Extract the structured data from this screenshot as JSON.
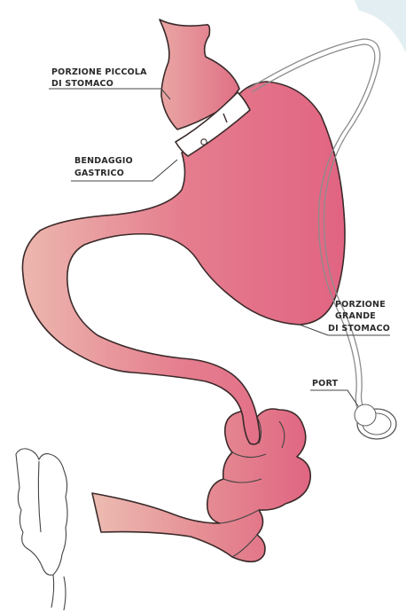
{
  "labels": {
    "small_portion_line1": "PORZIONE PICCOLA",
    "small_portion_line2": "DI STOMACO",
    "band_line1": "BENDAGGIO",
    "band_line2": "GASTRICO",
    "large_portion_line1": "PORZIONE",
    "large_portion_line2": "GRANDE",
    "large_portion_line3": "DI STOMACO",
    "port": "PORT"
  },
  "colors": {
    "stomach_light": "#eaa7a2",
    "stomach_dark": "#e26a84",
    "band": "#ffffff",
    "outline": "#3b2a2a",
    "tube": "#8c8c8c"
  }
}
